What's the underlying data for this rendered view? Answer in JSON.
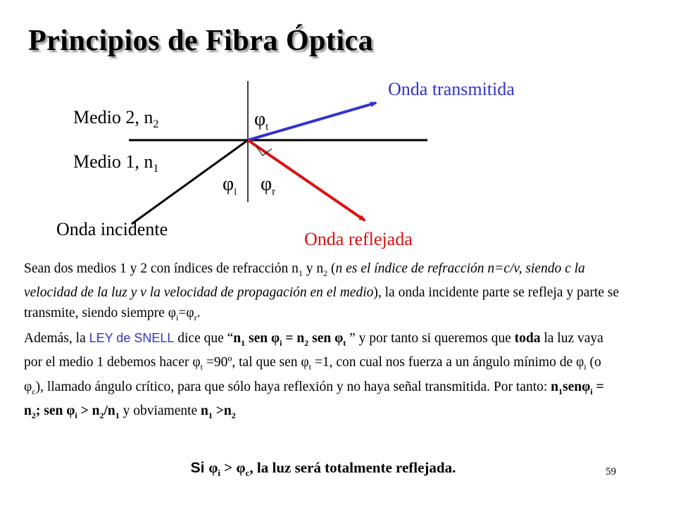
{
  "slide": {
    "title": "Principios de Fibra Óptica",
    "page_number": "59"
  },
  "diagram": {
    "labels": {
      "medium2": "Medio 2, n",
      "medium2_sub": "2",
      "medium1": "Medio 1, n",
      "medium1_sub": "1",
      "transmitted": "Onda transmitida",
      "incident": "Onda incidente",
      "reflected": "Onda reflejada"
    },
    "angles": {
      "symbol": "φ",
      "transmitted_sub": "t",
      "incident_sub": "i",
      "reflected_sub": "r"
    },
    "colors": {
      "transmitted": "#3333cc",
      "reflected": "#dd1111",
      "incident": "#000000",
      "interface": "#000000",
      "normal": "#000000"
    }
  },
  "text": {
    "p1_a": "Sean dos medios 1 y 2 con índices de refracción n",
    "p1_sub1": "1",
    "p1_b": " y n",
    "p1_sub2": "2",
    "p1_c": "  (",
    "p1_italic": "n es el índice de refracción n=c/v, siendo c la velocidad de la luz y v la velocidad de propagación en el medio",
    "p1_d": "), la onda incidente parte se refleja y parte se transmite, siendo siempre ",
    "p1_phi": "φ",
    "p1_sub_i": "i",
    "p1_eq": "=",
    "p1_phi2": "φ",
    "p1_sub_r": "r",
    "p1_end": ".",
    "p2_a": "Además, la ",
    "p2_snell": "LEY de SNELL",
    "p2_b": " dice que “",
    "p2_formula_n1": "n",
    "p2_formula_n1_sub": "1",
    "p2_formula_sen1": " sen ",
    "p2_formula_phi1": "φ",
    "p2_formula_phi1_sub": "i",
    "p2_formula_eq": " = n",
    "p2_formula_n2_sub": "2",
    "p2_formula_sen2": " sen ",
    "p2_formula_phi2": "φ",
    "p2_formula_phi2_sub": "t",
    "p2_c": " ” y por tanto si queremos que ",
    "p2_toda": "toda",
    "p2_d": " la luz vaya por el medio 1 debemos hacer ",
    "p2_phi_t": "φ",
    "p2_phi_t_sub": "t",
    "p2_e": " =90º, tal que sen ",
    "p2_phi_t2": "φ",
    "p2_phi_t2_sub": "t",
    "p2_f": " =1, con cual nos fuerza a un ángulo mínimo de ",
    "p2_phi_i": "φ",
    "p2_phi_i_sub": "i",
    "p2_g": " (o ",
    "p2_phi_c": "φ",
    "p2_phi_c_sub": "c",
    "p2_h": "), llamado ángulo crítico, para que sólo haya reflexión y no haya señal transmitida. Por tanto: ",
    "p2_f2_a": "n",
    "p2_f2_a_sub": "1",
    "p2_f2_b": "sen",
    "p2_f2_phi": "φ",
    "p2_f2_phi_sub": "i",
    "p2_f2_c": " = n",
    "p2_f2_c_sub": "2",
    "p2_f2_d": "; sen ",
    "p2_f2_phi2": "φ",
    "p2_f2_phi2_sub": "i",
    "p2_f2_e": " > n",
    "p2_f2_e_sub": "2",
    "p2_f2_f": "/n",
    "p2_f2_f_sub": "1",
    "p2_i": " y obviamente ",
    "p2_f3_a": "n",
    "p2_f3_a_sub": "1",
    "p2_f3_b": " >n",
    "p2_f3_b_sub": "2"
  },
  "conclusion": {
    "si": "Si ",
    "phi1": "φ",
    "phi1_sub": "i",
    "gt": " > ",
    "phi2": "φ",
    "phi2_sub": "c",
    "rest": ", la luz será totalmente reflejada."
  }
}
